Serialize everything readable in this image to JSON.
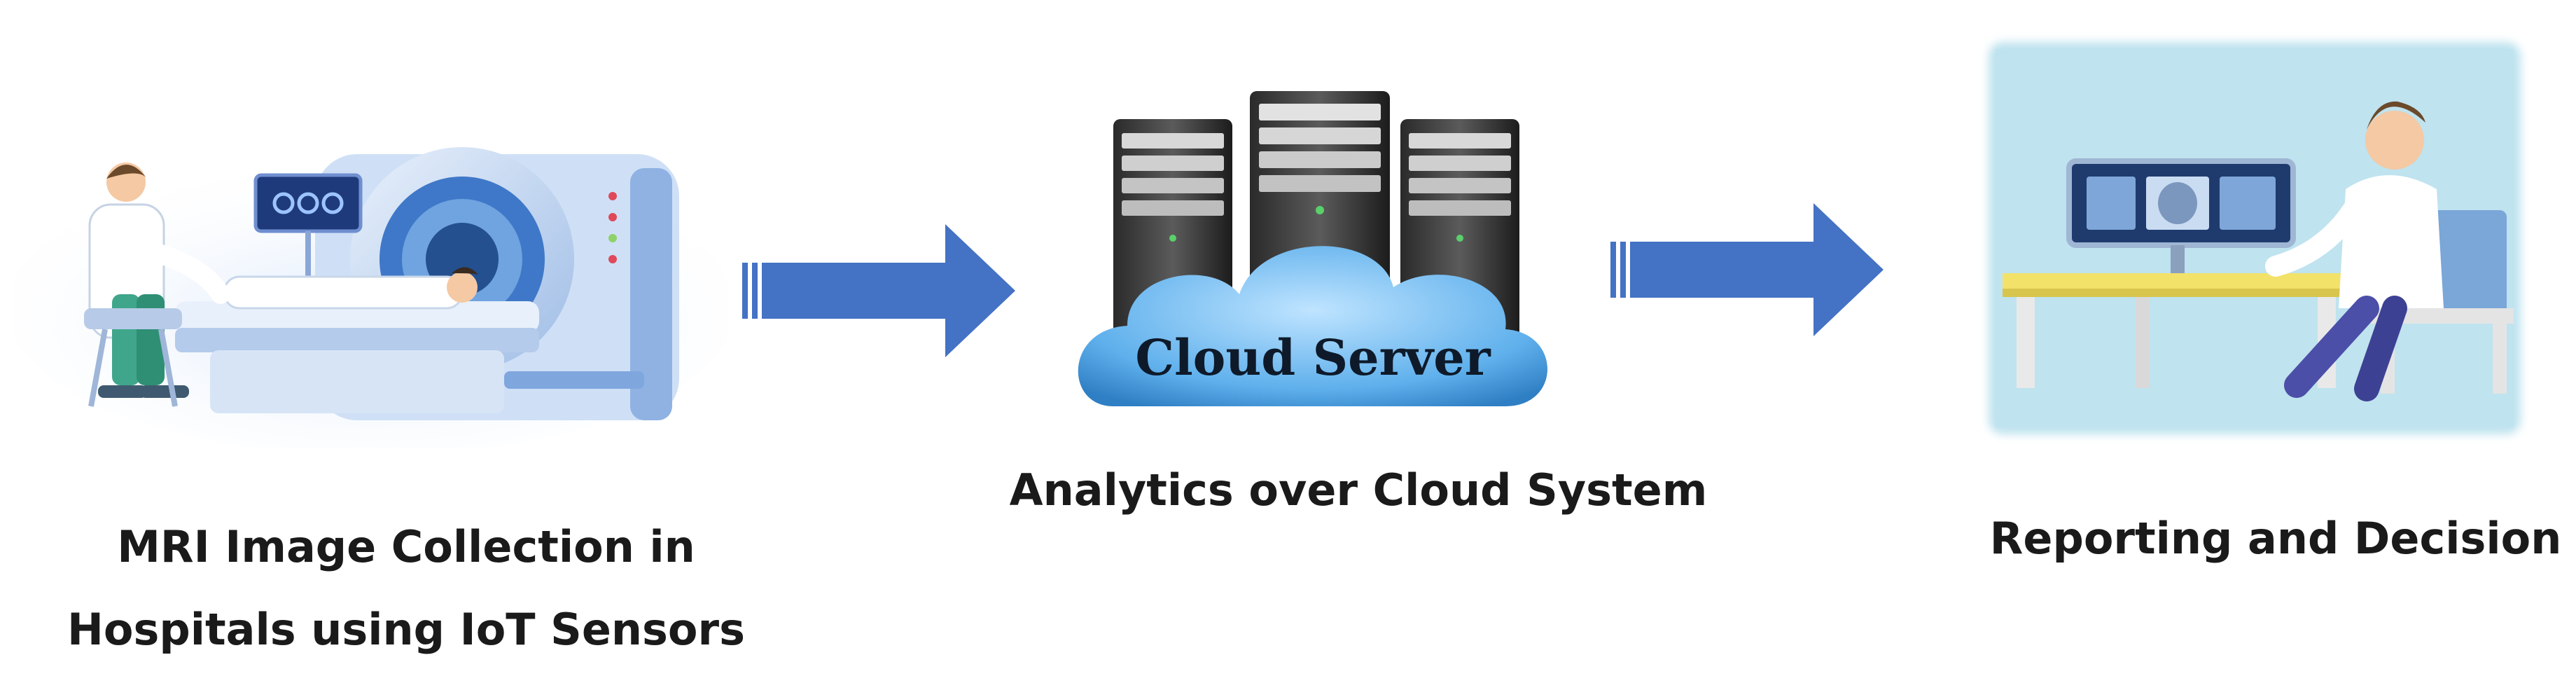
{
  "steps": [
    {
      "caption_lines": [
        "MRI Image Collection in",
        "Hospitals using IoT Sensors"
      ],
      "icon": "mri-scanner-illustration"
    },
    {
      "badge": "Cloud Server",
      "caption_lines": [
        "Analytics over Cloud System"
      ],
      "icon": "cloud-server-illustration"
    },
    {
      "caption_lines": [
        "Reporting and Decision"
      ],
      "icon": "doctor-reviewing-scans-illustration"
    }
  ],
  "connectors": [
    {
      "icon": "right-arrow-icon",
      "color": "#4472c4"
    },
    {
      "icon": "right-arrow-icon",
      "color": "#4472c4"
    }
  ],
  "colors": {
    "arrow": "#4472c4",
    "text": "#1a1a1a",
    "cloud": "#5fb0ec",
    "report_background": "#bfe3ef"
  }
}
